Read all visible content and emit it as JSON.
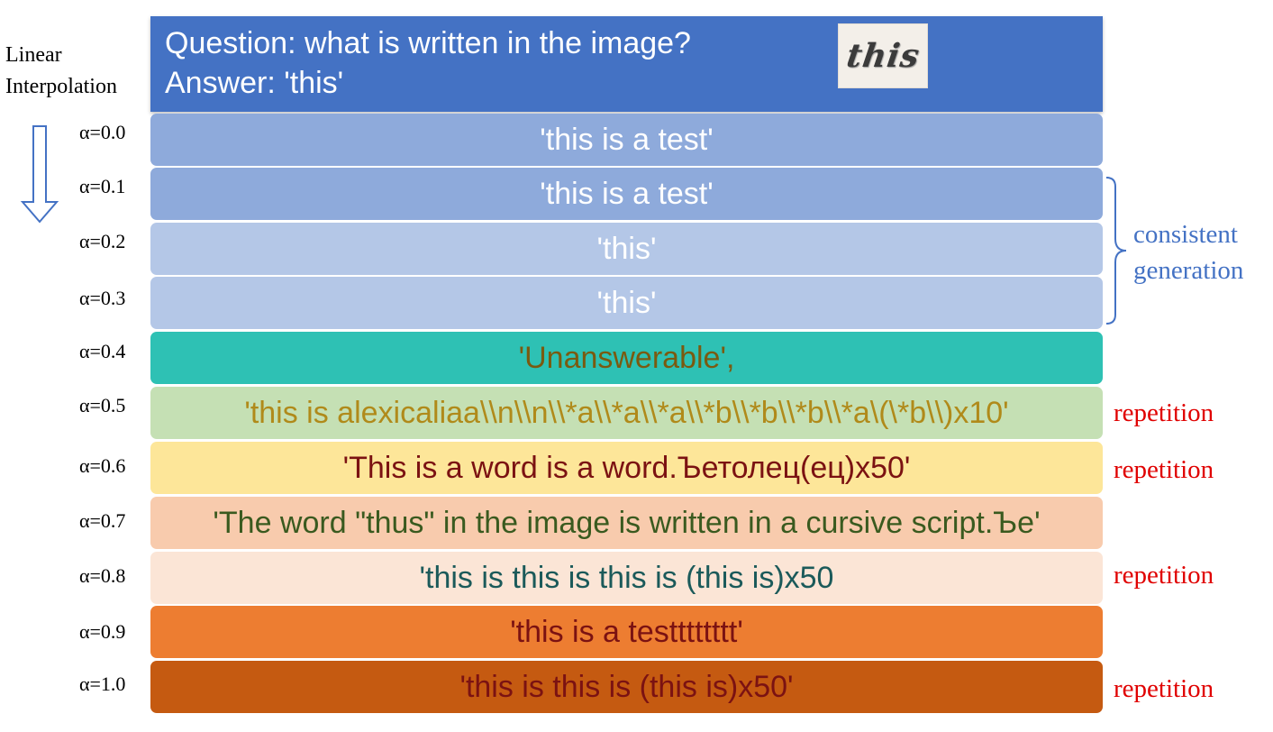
{
  "side_title": {
    "line1": "Linear",
    "line2": "Interpolation"
  },
  "question_box": {
    "question": "Question: what is written in the image?",
    "answer": "Answer: 'this'",
    "image_word": "this",
    "color": "#4472c4"
  },
  "rows": [
    {
      "alpha": "α=0.0",
      "output": "'this is a test'",
      "bg": "#8eaadb",
      "fg": "#ffffff",
      "note": ""
    },
    {
      "alpha": "α=0.1",
      "output": "'this is a test'",
      "bg": "#8eaadb",
      "fg": "#ffffff",
      "note": ""
    },
    {
      "alpha": "α=0.2",
      "output": "'this'",
      "bg": "#b4c7e7",
      "fg": "#ffffff",
      "note": ""
    },
    {
      "alpha": "α=0.3",
      "output": "'this'",
      "bg": "#b4c7e7",
      "fg": "#ffffff",
      "note": ""
    },
    {
      "alpha": "α=0.4",
      "output": "'Unanswerable',",
      "bg": "#2ec1b4",
      "fg": "#7a5a10",
      "note": ""
    },
    {
      "alpha": "α=0.5",
      "output": "'this is alexicaliaa\\\\n\\\\n\\\\*a\\\\*a\\\\*a\\\\*b\\\\*b\\\\*b\\\\*a\\(\\*b\\\\)x10'",
      "bg": "#c5e0b4",
      "fg": "#b08a1a",
      "note": "repetition"
    },
    {
      "alpha": "α=0.6",
      "output": "'This is a word is a word.Ъетолец(ец)x50'",
      "bg": "#fde699",
      "fg": "#7b1212",
      "note": "repetition"
    },
    {
      "alpha": "α=0.7",
      "output": "'The word \"thus\" in the image is written in a cursive script.Ъе'",
      "bg": "#f8cbad",
      "fg": "#3a5a1f",
      "note": ""
    },
    {
      "alpha": "α=0.8",
      "output": "'this is this is this is (this is)x50",
      "bg": "#fbe5d6",
      "fg": "#1b5a5a",
      "note": "repetition"
    },
    {
      "alpha": "α=0.9",
      "output": "'this is a testttttttt'",
      "bg": "#ed7d31",
      "fg": "#7b1212",
      "note": ""
    },
    {
      "alpha": "α=1.0",
      "output": "'this is this is (this is)x50'",
      "bg": "#c55a11",
      "fg": "#7b1212",
      "note": "repetition"
    }
  ],
  "bracket_group": {
    "label_line1": "consistent",
    "label_line2": "generation",
    "color": "#4472c4"
  },
  "colors": {
    "repetition_note": "#e00000",
    "arrow": "#4472c4"
  }
}
